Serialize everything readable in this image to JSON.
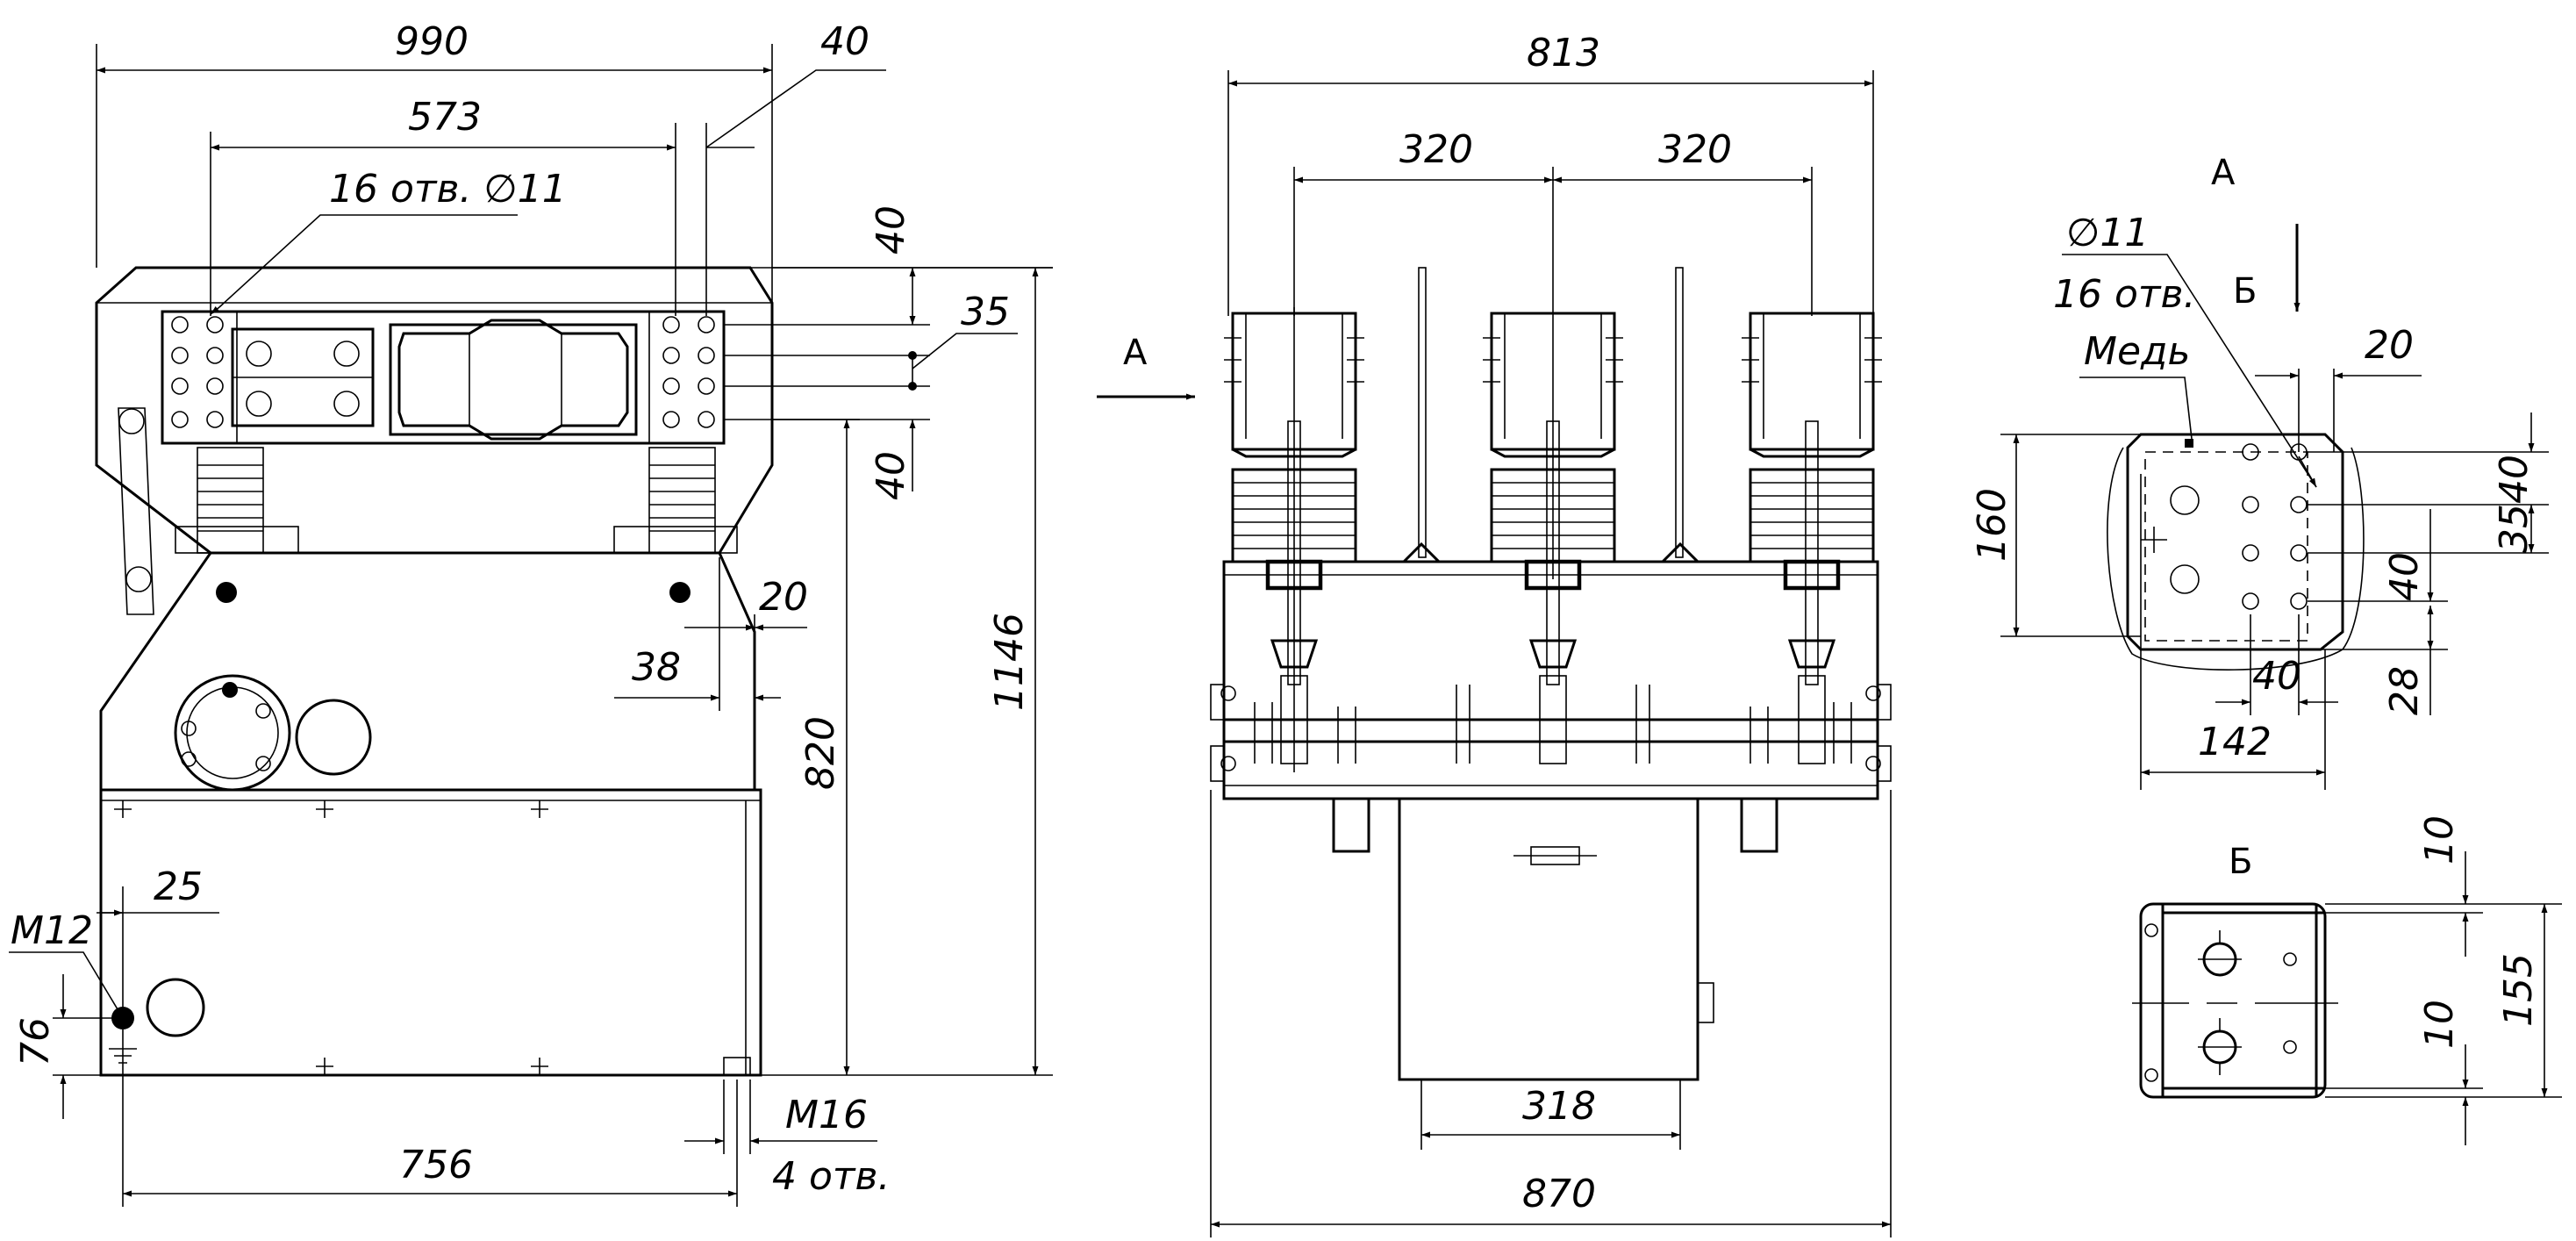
{
  "labels": {
    "d990": "990",
    "d40_top": "40",
    "d573": "573",
    "holes16": "16 отв. ∅11",
    "d40_v1": "40",
    "d35": "35",
    "d40_v2": "40",
    "d20_left": "20",
    "d38": "38",
    "d1146": "1146",
    "d820": "820",
    "d25": "25",
    "m12": "M12",
    "d76": "76",
    "d756": "756",
    "m16": "M16",
    "holes4": "4 отв.",
    "d813": "813",
    "d320a": "320",
    "d320b": "320",
    "arrowA_main": "A",
    "d318": "318",
    "d870": "870",
    "viewA": "A",
    "phi11": "∅11",
    "holes16b": "16 отв.",
    "viewB_mark": "Б",
    "d20_right": "20",
    "copper": "Медь",
    "d160": "160",
    "d3540": "3540",
    "d40_r": "40",
    "d40_rb": "40",
    "d28": "28",
    "d142": "142",
    "viewB": "Б",
    "d10a": "10",
    "d10b": "10",
    "d155": "155"
  }
}
